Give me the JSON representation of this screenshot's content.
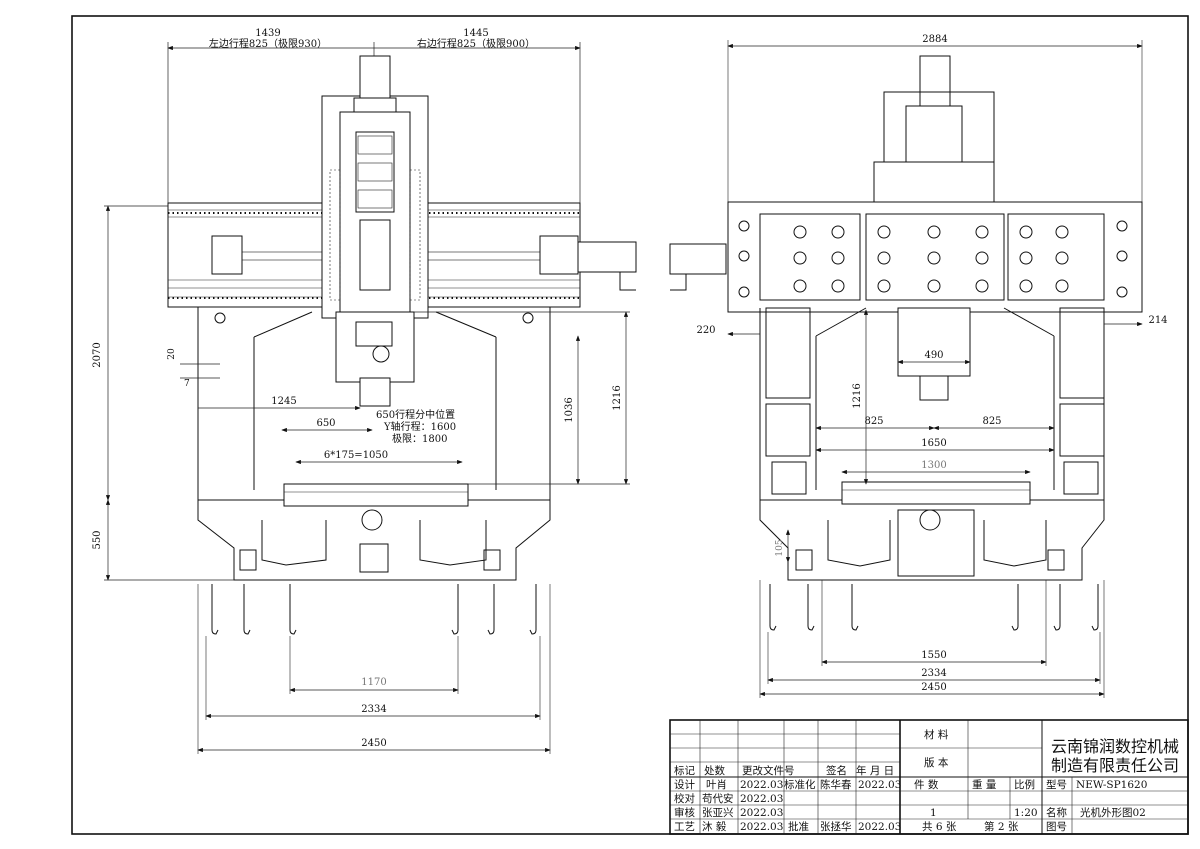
{
  "drawing": {
    "front_view": {
      "dims": {
        "left_travel_top": "1439",
        "left_travel_label": "左边行程825（极限930）",
        "right_travel_top": "1445",
        "right_travel_label": "右边行程825（极限900）",
        "height_total": "2070",
        "h20": "20",
        "h7": "7",
        "h1245": "1245",
        "h1036": "1036",
        "h1216": "1216",
        "h550": "550",
        "w650": "650",
        "mid_note_1": "650行程分中位置",
        "mid_note_2": "Y轴行程：1600",
        "mid_note_3": "极限：1800",
        "slots": "6*175=1050",
        "w1170": "1170",
        "w2334": "2334",
        "w2450": "2450"
      }
    },
    "side_view": {
      "dims": {
        "top_width": "2884",
        "left_220": "220",
        "right_214": "214",
        "spindle_490": "490",
        "h1216": "1216",
        "w825_left": "825",
        "w825_right": "825",
        "w1650": "1650",
        "w1300": "1300",
        "h105": "105",
        "w1550": "1550",
        "w2334": "2334",
        "w2450": "2450"
      }
    }
  },
  "title_block": {
    "company_line1": "云南锦润数控机械",
    "company_line2": "制造有限责任公司",
    "material_label": "材 料",
    "version_label": "版 本",
    "count_label": "件 数",
    "weight_label": "重 量",
    "scale_label": "比例",
    "model_label": "型号",
    "model_value": "NEW-SP1620",
    "count_value": "1",
    "scale_value": "1:20",
    "name_label": "名称",
    "name_value": "光机外形图02",
    "sheets": "共 6 张",
    "sheet_no": "第 2 张",
    "drawing_no_label": "图号",
    "rev_headers": [
      "标记",
      "处数",
      "更改文件号",
      "签名",
      "年 月 日"
    ],
    "rows": [
      {
        "role": "设计",
        "name": "叶肖",
        "date": "2022.03",
        "role2": "标准化",
        "name2": "陈华春",
        "date2": "2022.03"
      },
      {
        "role": "校对",
        "name": "苟代安",
        "date": "2022.03",
        "role2": "",
        "name2": "",
        "date2": ""
      },
      {
        "role": "审核",
        "name": "张亚兴",
        "date": "2022.03",
        "role2": "",
        "name2": "",
        "date2": ""
      },
      {
        "role": "工艺",
        "name": "沐 毅",
        "date": "2022.03",
        "role2": "批准",
        "name2": "张拯华",
        "date2": "2022.03"
      }
    ]
  }
}
